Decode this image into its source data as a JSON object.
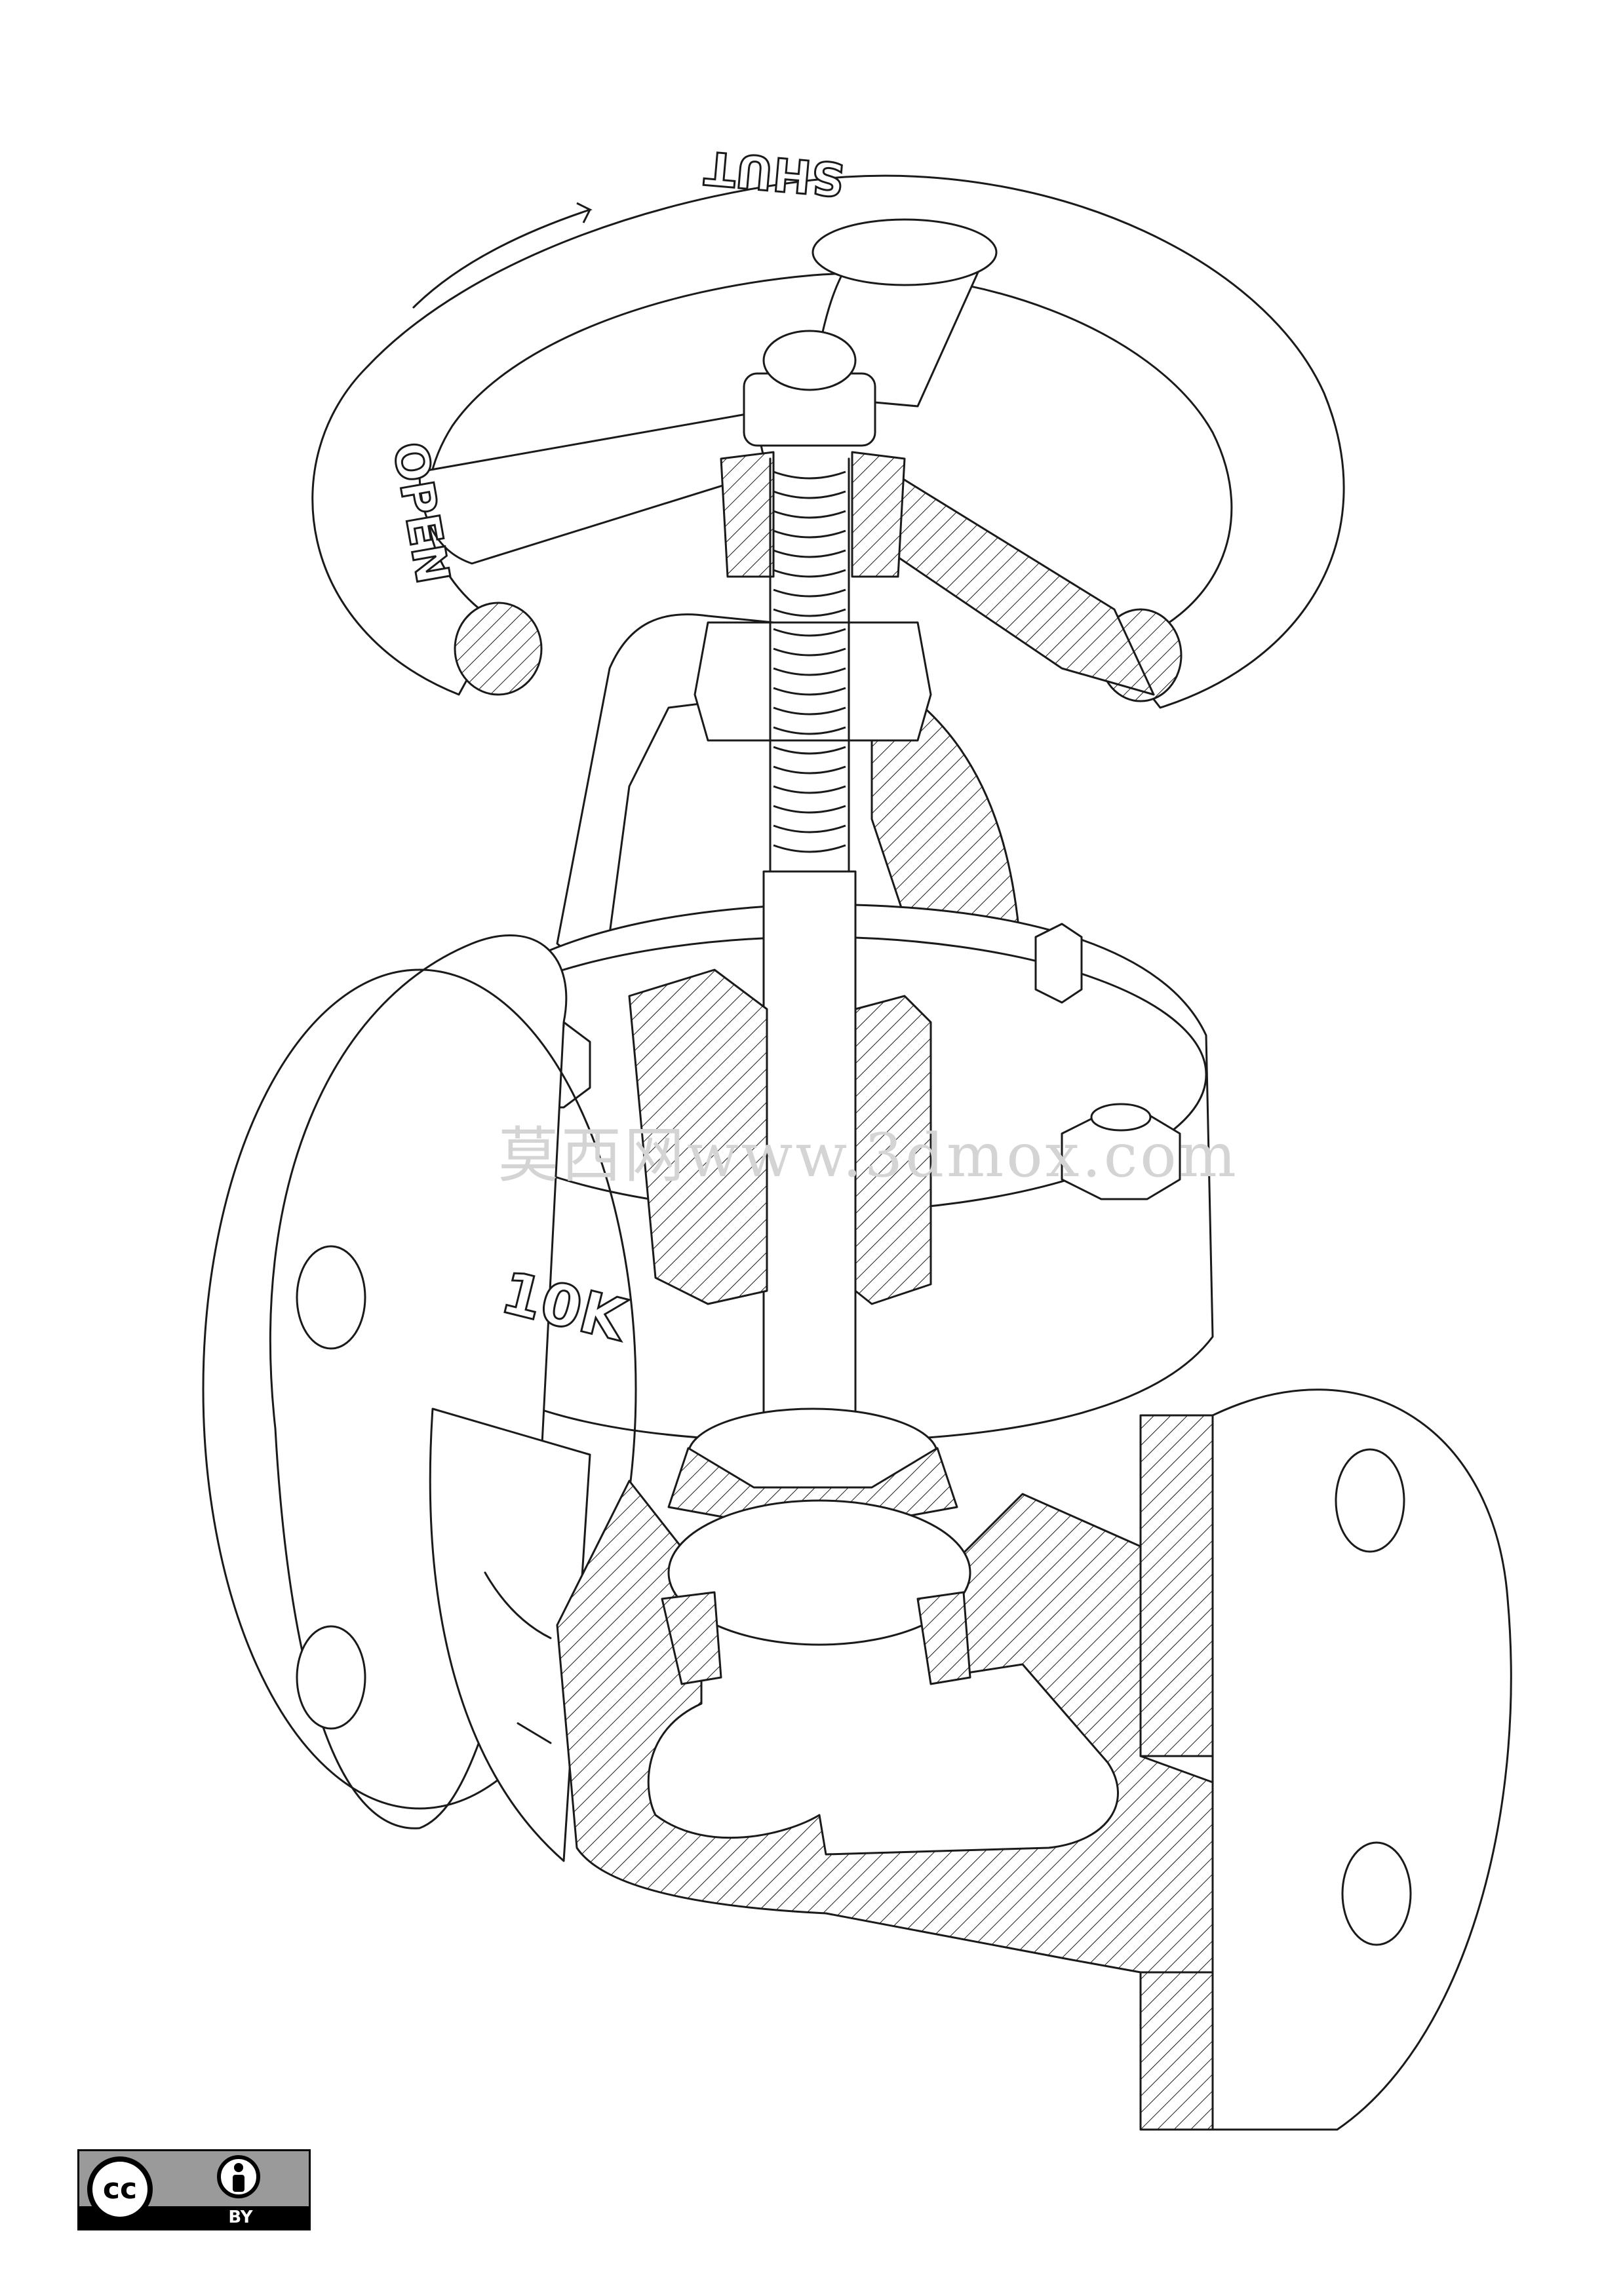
{
  "drawing": {
    "handwheel_text_shut": "SHUT",
    "handwheel_text_open": "OPEN",
    "body_marking_pressure": "10K",
    "watermark": "莫西网www.3dmox.com"
  },
  "license_badge": {
    "cc_label": "cc",
    "by_label": "BY"
  }
}
